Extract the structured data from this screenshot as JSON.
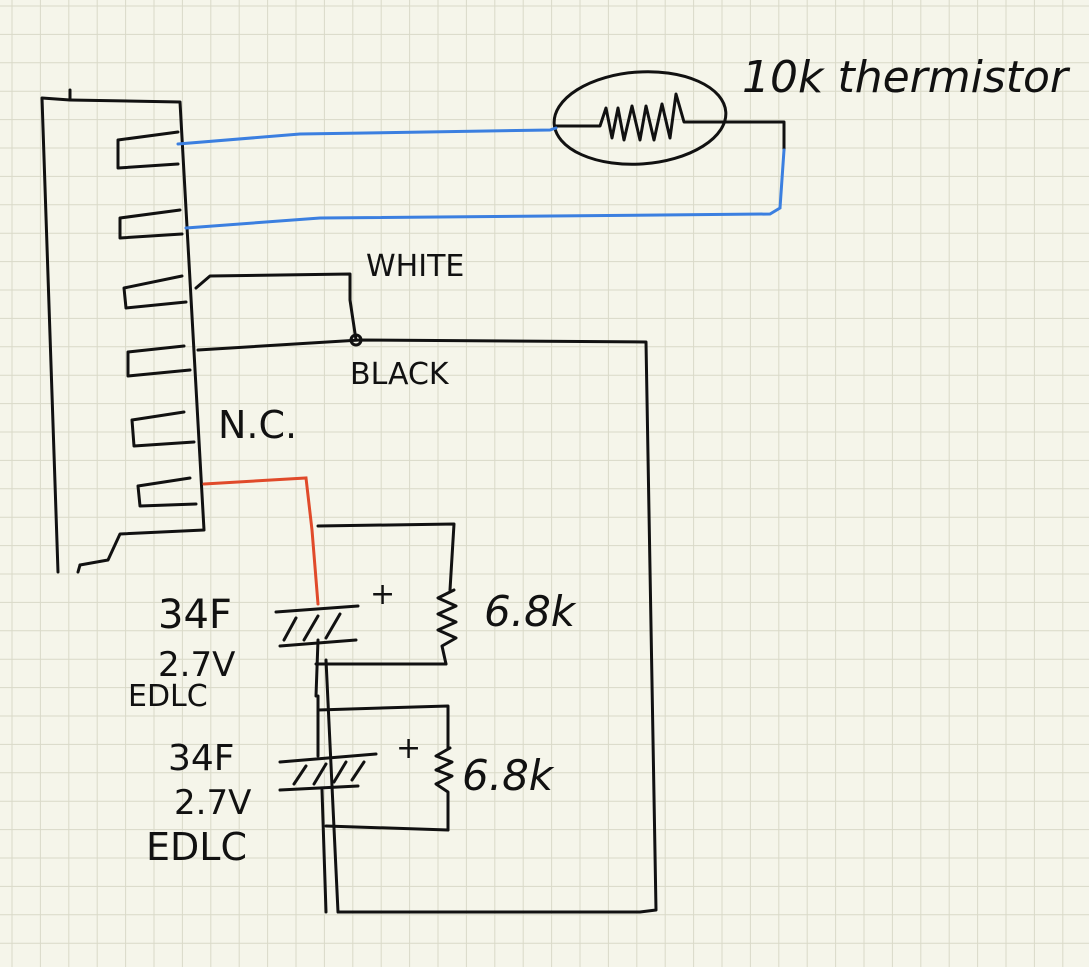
{
  "labels": {
    "thermistor": "10k thermistor",
    "white": "WHITE",
    "black": "BLACK",
    "nc": "N.C.",
    "cap1_value": "34F",
    "cap1_voltage": "2.7V",
    "cap1_type": "EDLC",
    "cap2_value": "34F",
    "cap2_voltage": "2.7V",
    "cap2_type": "EDLC",
    "res1": "6.8k",
    "res2": "6.8k",
    "plus1": "+",
    "plus2": "+"
  },
  "colors": {
    "background": "#f5f5ea",
    "grid": "#d9d9c8",
    "ink": "#111111",
    "wire_blue": "#3b7fe0",
    "wire_red": "#e04a2a"
  }
}
